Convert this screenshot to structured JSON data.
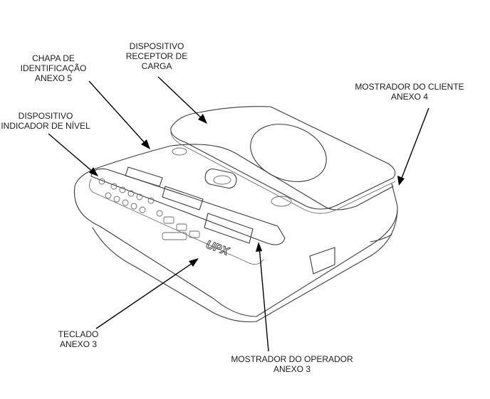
{
  "labels": {
    "chapa": [
      "CHAPA DE",
      "IDENTIFICAÇÃO",
      "ANEXO 5"
    ],
    "receptor": [
      "DISPOSITIVO",
      "RECEPTOR DE",
      "CARGA"
    ],
    "cliente": [
      "MOSTRADOR DO CLIENTE",
      "ANEXO 4"
    ],
    "nivel": [
      "DISPOSITIVO",
      "INDICADOR DE NÍVEL"
    ],
    "teclado": [
      "TECLADO",
      "ANEXO 3"
    ],
    "operador": [
      "MOSTRADOR DO OPERADOR",
      "ANEXO 3"
    ]
  },
  "brand": "UPX"
}
